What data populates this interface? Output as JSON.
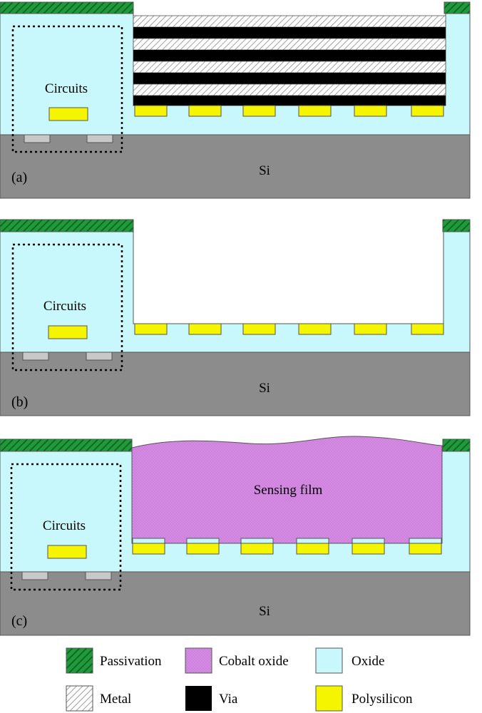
{
  "panels": {
    "a": {
      "tag": "(a)",
      "substrate_label": "Si",
      "circuit_label": "Circuits"
    },
    "b": {
      "tag": "(b)",
      "substrate_label": "Si",
      "circuit_label": "Circuits"
    },
    "c": {
      "tag": "(c)",
      "substrate_label": "Si",
      "circuit_label": "Circuits",
      "film_label": "Sensing film"
    }
  },
  "legend": {
    "passivation": "Passivation",
    "cobalt_oxide": "Cobalt oxide",
    "oxide": "Oxide",
    "metal": "Metal",
    "via": "Via",
    "polysilicon": "Polysilicon"
  },
  "colors": {
    "passivation": "#1f9a3a",
    "cobalt_oxide": "#d58be3",
    "oxide": "#c8f8fb",
    "substrate": "#8c8c8c",
    "polysilicon": "#f5f500",
    "via": "#000000",
    "gate_pad": "#c8c8c8"
  }
}
